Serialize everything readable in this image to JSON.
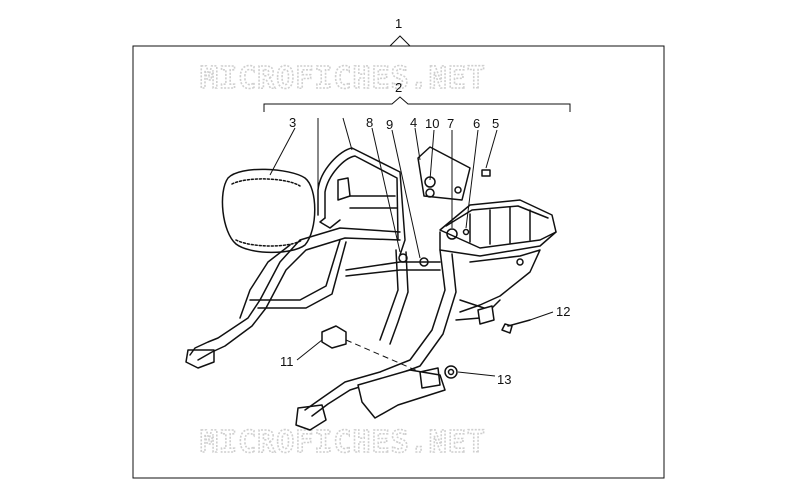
{
  "watermark": {
    "text_top": "MICROFICHES.NET",
    "text_bottom": "MICROFICHES.NET"
  },
  "callouts": {
    "c1": "1",
    "c2": "2",
    "c3": "3",
    "c4": "4",
    "c5": "5",
    "c6": "6",
    "c7": "7",
    "c8": "8",
    "c9": "9",
    "c10": "10",
    "c11": "11",
    "c12": "12",
    "c13": "13"
  }
}
